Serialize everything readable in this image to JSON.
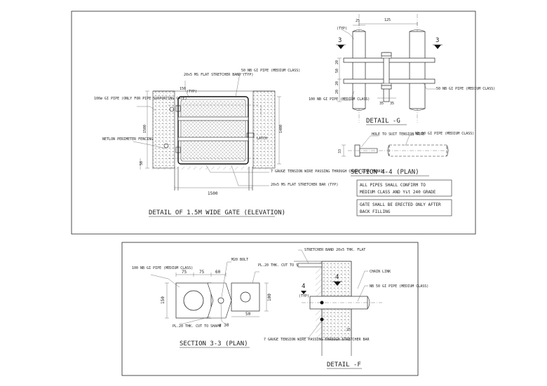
{
  "gate_elevation": {
    "title": "DETAIL OF 1.5M WIDE GATE (ELEVATION)",
    "stretcher_band": "20x5 MS FLAT STRETCHER BAND (TYP)",
    "pipe_50": "50 NB GI PIPE (MEDIUM CLASS)",
    "pipe_100": "100ø GI PIPE (ONLY FOR PIPE SUPPORTING GATE)",
    "netlon": "NETLON PERIMETER FENCING",
    "tension_wire": "7 GAUGE TENSION WIRE PASSING THROUGH CHAIN LINK FABRIC.",
    "stretcher_bar": "20x5 MS FLAT STRETCHER BAR (TYP)",
    "typ": "(TYP)",
    "latch": "LATCH",
    "dim_1500": "1500",
    "dim_1400": "1400",
    "dim_1600": "1500",
    "dim_150": "150",
    "dim_50": "50"
  },
  "detail_g": {
    "title": "DETAIL -G",
    "section_mark": "3",
    "dim_25": "25",
    "dim_125": "125",
    "dim_50": "50",
    "dim_35a": "35",
    "dim_35b": "35",
    "dim_20a": "20",
    "dim_20b": "20",
    "dim_20c": "20",
    "typ": "(TYP)",
    "pipe_100": "100 NB GI PIPE (MEDIUM CLASS)",
    "pipe_50": "50 NB GI PIPE (MEDIUM CLASS)"
  },
  "section_44": {
    "title": "SECTION 4-4 (PLAN)",
    "hole": "HOLE TO SUIT TENSION WIRE",
    "pipe": "NB 50 GI PIPE (MEDIUM CLASS)",
    "dim_33": "33"
  },
  "notes": {
    "note1_line1": "ALL PIPES SHALL CONFIRM TO",
    "note1_line2": "MEDIUM CLASS AND Yst 240 GRADE",
    "note2_line1": "GATE SHALL BE ERECTED ONLY AFTER",
    "note2_line2": "BACK FILLING"
  },
  "section_33": {
    "title": "SECTION 3-3 (PLAN)",
    "pipe_100": "100 NB GI PIPE (MEDIUM CLASS)",
    "bolt": "M20 BOLT",
    "plate_cut_top": "PL.20 THK. CUT TO SHAPE",
    "plate_cut_bottom": "PL.20 THK. CUT TO SHAPE",
    "dim_75a": "75",
    "dim_75b": "75",
    "dim_60": "60",
    "dim_150": "150",
    "dim_100": "100",
    "dim_50": "50",
    "dim_30": "ø 30"
  },
  "detail_f": {
    "title": "DETAIL -F",
    "stretcher_band": "STRETCHER BAND 20x5 THK. FLAT",
    "chain_link": "CHAIN LINK",
    "pipe": "NB 50 GI PIPE (MEDIUM CLASS)",
    "tension_wire": "7 GAUGE TENSION WIRE PASSING THROUGH STRETCHER BAR",
    "section_mark": "4",
    "typ": "(TYP)",
    "dim_25": "25"
  }
}
